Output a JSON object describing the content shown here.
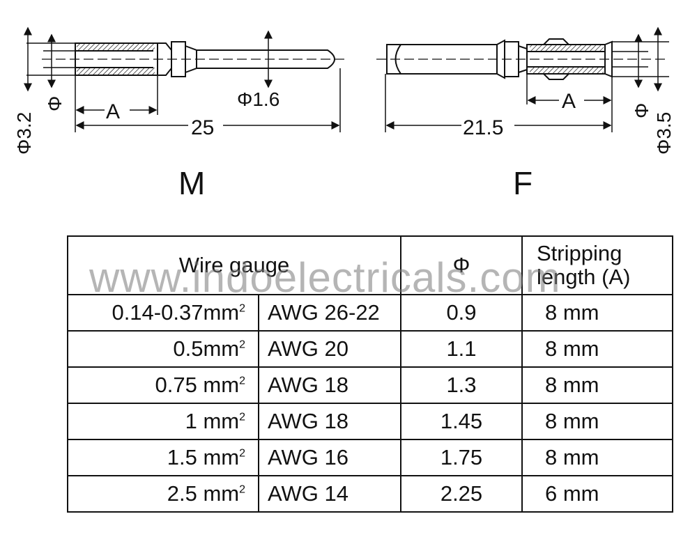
{
  "diagram": {
    "male": {
      "label": "M",
      "dim_length": "25",
      "dim_A": "A",
      "dim_phi": "Φ",
      "dim_outer": "Φ3.2",
      "dim_pin": "Φ1.6"
    },
    "female": {
      "label": "F",
      "dim_length": "21.5",
      "dim_A": "A",
      "dim_phi": "Φ",
      "dim_outer": "Φ3.5"
    }
  },
  "table": {
    "header": {
      "wire_gauge": "Wire gauge",
      "phi": "Φ",
      "stripping_line1": "Stripping",
      "stripping_line2": "length (A)"
    },
    "rows": [
      {
        "mm2": "0.14-0.37mm",
        "sup": "2",
        "awg": "AWG 26-22",
        "phi": "0.9",
        "length": "8 mm"
      },
      {
        "mm2": "0.5mm",
        "sup": "2",
        "awg": "AWG 20",
        "phi": "1.1",
        "length": "8 mm"
      },
      {
        "mm2": "0.75 mm",
        "sup": "2",
        "awg": "AWG 18",
        "phi": "1.3",
        "length": "8 mm"
      },
      {
        "mm2": "1 mm",
        "sup": "2",
        "awg": "AWG 18",
        "phi": "1.45",
        "length": "8 mm"
      },
      {
        "mm2": "1.5 mm",
        "sup": "2",
        "awg": "AWG 16",
        "phi": "1.75",
        "length": "8 mm"
      },
      {
        "mm2": "2.5 mm",
        "sup": "2",
        "awg": "AWG 14",
        "phi": "2.25",
        "length": "6 mm"
      }
    ]
  },
  "watermark": "www.indoelectricals.com"
}
